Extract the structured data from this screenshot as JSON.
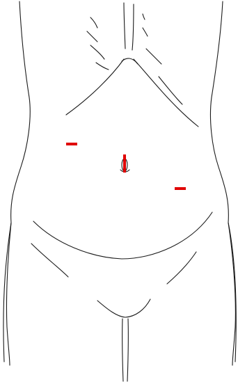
{
  "figure": {
    "subject": "torso-outline-illustration",
    "colors": {
      "background": "#ffffff",
      "outline": "#1a1a1a",
      "marker": "#e00000"
    },
    "markers": [
      {
        "name": "incision-left-upper-quadrant",
        "orientation": "horizontal"
      },
      {
        "name": "incision-umbilical",
        "orientation": "vertical"
      },
      {
        "name": "incision-right-lower-quadrant",
        "orientation": "horizontal"
      }
    ]
  }
}
